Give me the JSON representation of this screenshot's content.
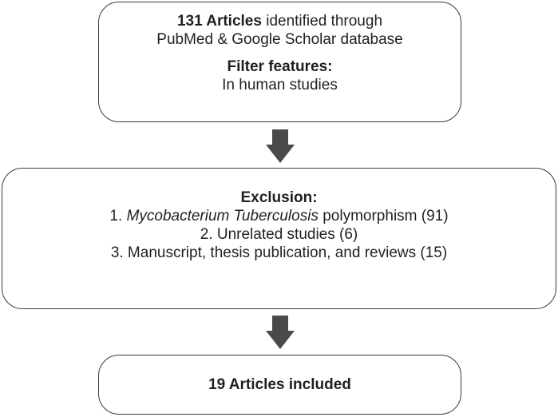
{
  "identification": {
    "count_label": "131 Articles",
    "line1_rest": " identified through",
    "line2": "PubMed & Google Scholar database",
    "filter_heading": "Filter features:",
    "filter_value": "In human studies"
  },
  "exclusion": {
    "heading": "Exclusion:",
    "item1_prefix": "1. ",
    "item1_italic": "Mycobacterium Tuberculosis",
    "item1_rest": " polymorphism (91)",
    "item2": "2. Unrelated studies (6)",
    "item3": "3. Manuscript, thesis publication, and reviews (15)"
  },
  "inclusion": {
    "label": "19 Articles included"
  },
  "colors": {
    "arrow": "#4a4a4a",
    "border": "#3a3a3a",
    "text": "#231f20"
  }
}
